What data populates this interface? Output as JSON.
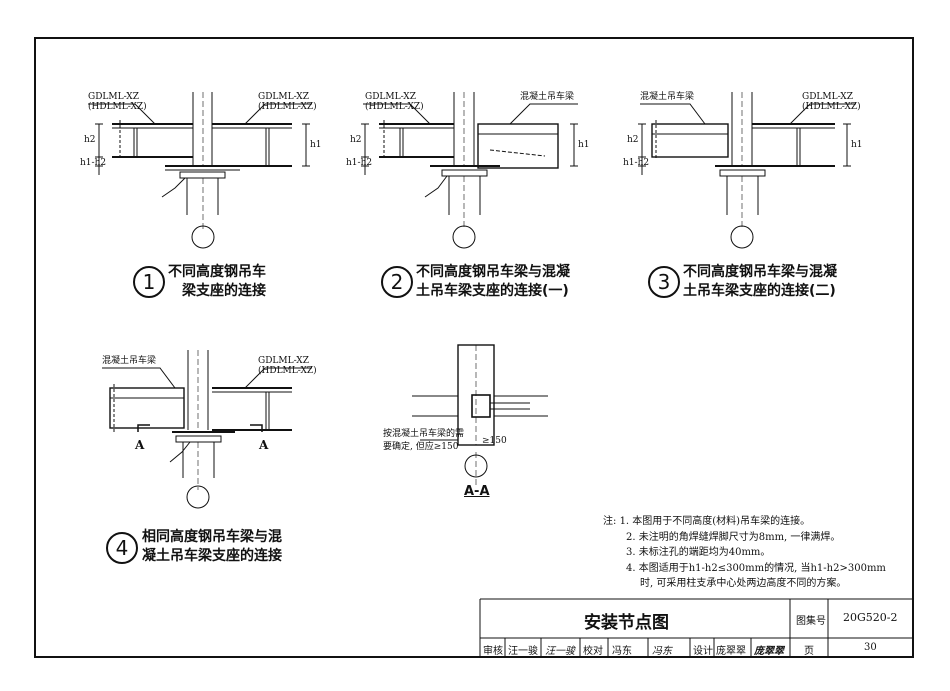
{
  "details": [
    {
      "number": "1",
      "title_line1": "不同高度钢吊车",
      "title_line2": "梁支座的连接",
      "left_label1": "GDLML-XZ",
      "left_label2": "(HDLML-XZ)",
      "right_label1": "GDLML-XZ",
      "right_label2": "(HDLML-XZ)",
      "dim_h2": "h2",
      "dim_h1h2": "h1-h2",
      "dim_h1": "h1"
    },
    {
      "number": "2",
      "title_line1": "不同高度钢吊车梁与混凝",
      "title_line2": "土吊车梁支座的连接(一)",
      "left_label1": "GDLML-XZ",
      "left_label2": "(HDLML-XZ)",
      "right_label1": "混凝土吊车梁",
      "dim_h2": "h2",
      "dim_h1h2": "h1-h2",
      "dim_h1": "h1"
    },
    {
      "number": "3",
      "title_line1": "不同高度钢吊车梁与混凝",
      "title_line2": "土吊车梁支座的连接(二)",
      "left_label1": "混凝土吊车梁",
      "right_label1": "GDLML-XZ",
      "right_label2": "(HDLML-XZ)",
      "dim_h2": "h2",
      "dim_h1h2": "h1-h2",
      "dim_h1": "h1"
    },
    {
      "number": "4",
      "title_line1": "相同高度钢吊车梁与混",
      "title_line2": "凝土吊车梁支座的连接",
      "left_label1": "混凝土吊车梁",
      "right_label1": "GDLML-XZ",
      "right_label2": "(HDLML-XZ)",
      "section_mark": "A"
    }
  ],
  "section": {
    "title": "A-A",
    "note_line1": "按混凝土吊车梁的需",
    "note_line2": "要确定, 但应≥150",
    "dim": "≥150"
  },
  "notes": {
    "prefix": "注:",
    "items": [
      "1. 本图用于不同高度(材料)吊车梁的连接。",
      "2. 未注明的角焊缝焊脚尺寸为8mm, 一律满焊。",
      "3. 未标注孔的端距均为40mm。",
      "4. 本图适用于h1-h2≤300mm的情况, 当h1-h2>300mm",
      "时, 可采用柱支承中心处两边高度不同的方案。"
    ]
  },
  "title_block": {
    "title": "安装节点图",
    "atlas_label": "图集号",
    "atlas_no": "20G520-2",
    "page_label": "页",
    "page_no": "30",
    "review_label": "审核",
    "reviewer": "汪一骏",
    "reviewer_sign": "汪一骏",
    "check_label": "校对",
    "checker": "冯东",
    "checker_sign": "冯东",
    "design_label": "设计",
    "designer": "庞翠翠",
    "designer_sign": "庞翠翠"
  }
}
